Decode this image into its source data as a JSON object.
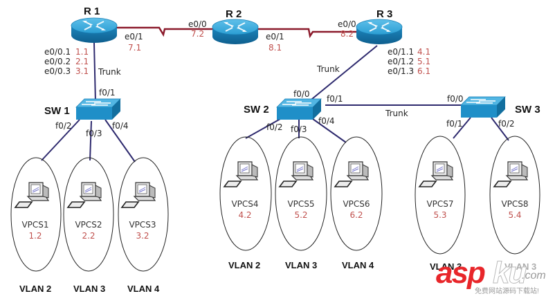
{
  "title": "Router-on-a-stick VLAN topology",
  "routers": [
    {
      "name": "R 1"
    },
    {
      "name": "R 2"
    },
    {
      "name": "R 3"
    }
  ],
  "switches": [
    {
      "name": "SW 1"
    },
    {
      "name": "SW 2"
    },
    {
      "name": "SW 3"
    }
  ],
  "r1": {
    "subifs": [
      {
        "if": "e0/0.1",
        "ip": "1.1"
      },
      {
        "if": "e0/0.2",
        "ip": "2.1"
      },
      {
        "if": "e0/0.3",
        "ip": "3.1"
      }
    ],
    "e01": {
      "if": "e0/1",
      "ip": "7.1"
    }
  },
  "r2": {
    "e00": {
      "if": "e0/0",
      "ip": "7.2"
    },
    "e01": {
      "if": "e0/1",
      "ip": "8.1"
    }
  },
  "r3": {
    "e00": {
      "if": "e0/0",
      "ip": "8.2"
    },
    "subifs": [
      {
        "if": "e0/1.1",
        "ip": "4.1"
      },
      {
        "if": "e0/1.2",
        "ip": "5.1"
      },
      {
        "if": "e0/1.3",
        "ip": "6.1"
      }
    ]
  },
  "links": {
    "trunk": "Trunk"
  },
  "sw1_ports": {
    "p1": "f0/1",
    "p2": "f0/2",
    "p3": "f0/3",
    "p4": "f0/4"
  },
  "sw2_ports": {
    "p0": "f0/0",
    "p1": "f0/1",
    "p2": "f0/2",
    "p3": "f0/3",
    "p4": "f0/4"
  },
  "sw3_ports": {
    "p0": "f0/0",
    "p1": "f0/1",
    "p2": "f0/2"
  },
  "pcs": [
    {
      "name": "VPCS1",
      "ip": "1.2",
      "vlan": "VLAN 2"
    },
    {
      "name": "VPCS2",
      "ip": "2.2",
      "vlan": "VLAN 3"
    },
    {
      "name": "VPCS3",
      "ip": "3.2",
      "vlan": "VLAN 4"
    },
    {
      "name": "VPCS4",
      "ip": "4.2",
      "vlan": "VLAN 2"
    },
    {
      "name": "VPCS5",
      "ip": "5.2",
      "vlan": "VLAN 3"
    },
    {
      "name": "VPCS6",
      "ip": "6.2",
      "vlan": "VLAN 4"
    },
    {
      "name": "VPCS7",
      "ip": "5.3",
      "vlan": "VLAN 3"
    },
    {
      "name": "VPCS8",
      "ip": "5.4",
      "vlan": "VLAN 3"
    }
  ],
  "watermark": {
    "main": "asp",
    "main2": "ku",
    "suffix": ".com",
    "tagline": "免费网站源码下载站!"
  },
  "colors": {
    "ip": "#c0504d",
    "serial": "#8b1a2b",
    "ethernet": "#2e2a6e",
    "device": "#1a86c0"
  }
}
